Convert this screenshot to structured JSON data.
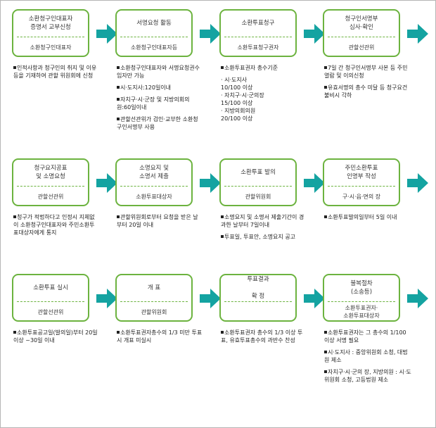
{
  "rows": [
    {
      "steps": [
        {
          "top": "소환청구인대표자\n증명서 교부신청",
          "bottom": "소환청구인대표자",
          "notes": [
            "인적사항과 청구인의 취지 및 이유등을 기재하여 관할 위원회에 신청"
          ]
        },
        {
          "top": "서명요청 활동",
          "bottom": "소환청구인대표자등",
          "notes": [
            "소환청구인대표자와 서명요청권수임자만 가능",
            "시·도지사:120일이내",
            "자치구·시·군장 및 지방의회의원:60일이내",
            "관할선관위가 검인·교부한 소환청구인서명부 사용"
          ]
        },
        {
          "top": "소환투표청구",
          "bottom": "소환투표청구권자",
          "notes": [
            "소환투표권자 총수기준",
            "· 시·도지사\n  10/100 이상",
            "· 자치구·시·군의장\n  15/100 이상",
            "· 지방의회의원\n  20/100 이상"
          ]
        },
        {
          "top": "청구인서명부\n심사·확인",
          "bottom": "관할선관위",
          "notes": [
            "7일 간 청구인서명부 사본 등 주민 열람 및 이의신청",
            "유효서명의 총수 미달 등 청구요건 불비시 각하"
          ]
        }
      ]
    },
    {
      "steps": [
        {
          "top": "청구요지공표\n및 소명요청",
          "bottom": "관할선관위",
          "notes": [
            "청구가 적법하다고 인정시 지체없이 소환청구인대표자와 주민소환투표대상자에게 통지"
          ]
        },
        {
          "top": "소명요지 및\n소명서 제출",
          "bottom": "소환투표대상자",
          "notes": [
            "관할위원회로부터 요청을 받은 날부터 20일 이내"
          ]
        },
        {
          "top": "소환투표 발의",
          "bottom": "관할위원회",
          "notes": [
            "소명요지 및 소명서 제출기간이 경과한 날부터 7일이내",
            "투표일, 투표안, 소명요지 공고"
          ]
        },
        {
          "top": "주민소환투표\n인명부 작성",
          "bottom": "구·시·읍·면의 장",
          "notes": [
            "소환투표발의일부터 5일 이내"
          ]
        }
      ]
    },
    {
      "steps": [
        {
          "top": "소환투표 실시",
          "bottom": "관할선관위",
          "notes": [
            "소환투표공고일(발의일)부터 20일이상 ~30일 이내"
          ]
        },
        {
          "top": "개 표",
          "bottom": "관할위원회",
          "notes": [
            "소환투표권자총수의 1/3 미만 투표시 개표 미실시"
          ]
        },
        {
          "top": "투표결과\n\n확 정",
          "bottom": "",
          "notes": [
            "소환투표권자 총수의 1/3 이상 투표, 유효투표총수의 과반수 찬성"
          ]
        },
        {
          "top": "불복절차\n(소송등)",
          "bottom": "소환투표권자·\n소환투표대상자",
          "notes": [
            "소환투표권자는 그 총수의 1/100 이상 서명 필요",
            "시·도지사 : 중앙위원회 소청, 대법원 제소",
            "자치구·시·군의 장, 지방의원 : 시·도위원회 소청, 고등법원 제소"
          ]
        }
      ]
    }
  ],
  "colors": {
    "border": "#6cb33f",
    "arrow": "#14a3a1"
  },
  "icons": {
    "arrow": "right-arrow-icon",
    "bullet": "square-bullet-icon"
  }
}
